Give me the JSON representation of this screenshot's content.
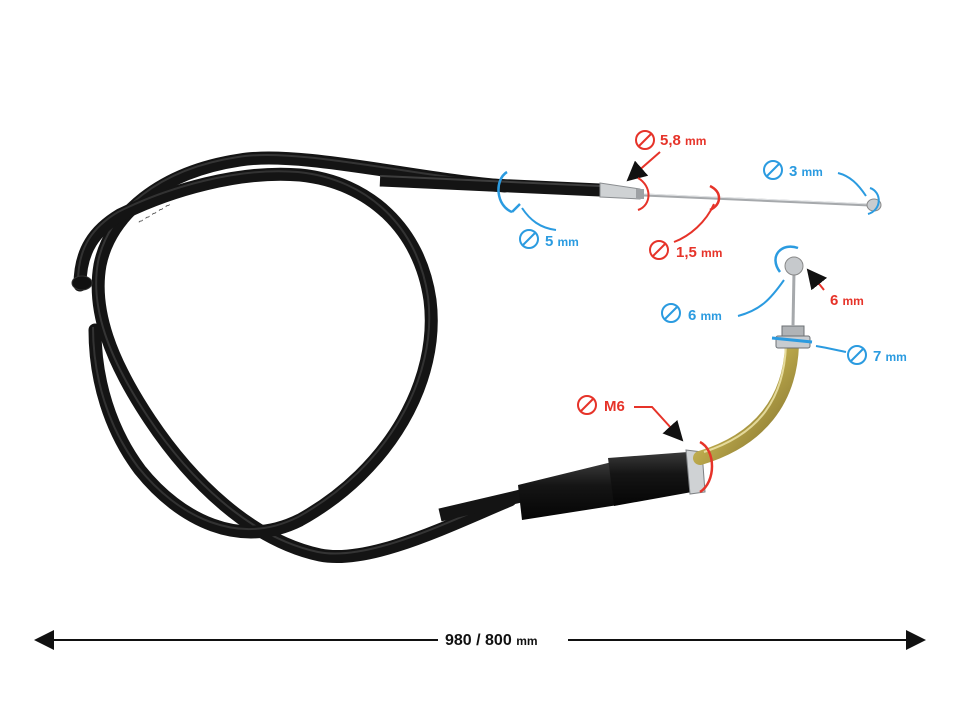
{
  "colors": {
    "red": "#e63329",
    "blue": "#2b9be0",
    "cable": "#141414",
    "steel": "#bfc2c4",
    "brass": "#b9a64a"
  },
  "labels": {
    "d_5_8": {
      "value": "5,8",
      "unit": "mm",
      "color": "red"
    },
    "d_3": {
      "value": "3",
      "unit": "mm",
      "color": "blue"
    },
    "d_5": {
      "value": "5",
      "unit": "mm",
      "color": "blue"
    },
    "d_1_5": {
      "value": "1,5",
      "unit": "mm",
      "color": "red"
    },
    "d_6_red": {
      "value": "6",
      "unit": "mm",
      "color": "red"
    },
    "d_6_blue": {
      "value": "6",
      "unit": "mm",
      "color": "blue"
    },
    "d_7": {
      "value": "7",
      "unit": "mm",
      "color": "blue"
    },
    "m6": {
      "value": "M6",
      "unit": "",
      "color": "red"
    }
  },
  "length": {
    "value": "980 / 800",
    "unit": "mm"
  }
}
